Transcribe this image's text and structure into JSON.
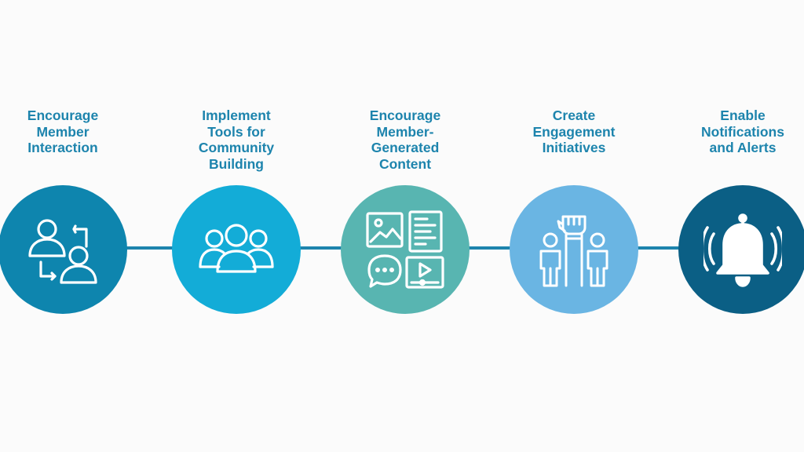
{
  "colors": {
    "connector": "#1d84ad",
    "label_text": "#1d84ad",
    "icon_stroke": "#ffffff"
  },
  "steps": [
    {
      "label": "Encourage\nMember\nInteraction",
      "icon": "member-exchange-icon",
      "color": "#0e85ae"
    },
    {
      "label": "Implement\nTools for\nCommunity\nBuilding",
      "icon": "community-group-icon",
      "color": "#13acd7"
    },
    {
      "label": "Encourage\nMember-\nGenerated\nContent",
      "icon": "media-content-icon",
      "color": "#58b5b1"
    },
    {
      "label": "Create\nEngagement\nInitiatives",
      "icon": "raised-fist-people-icon",
      "color": "#6ab5e3"
    },
    {
      "label": "Enable\nNotifications\nand Alerts",
      "icon": "ringing-bell-icon",
      "color": "#0b5f85"
    }
  ]
}
